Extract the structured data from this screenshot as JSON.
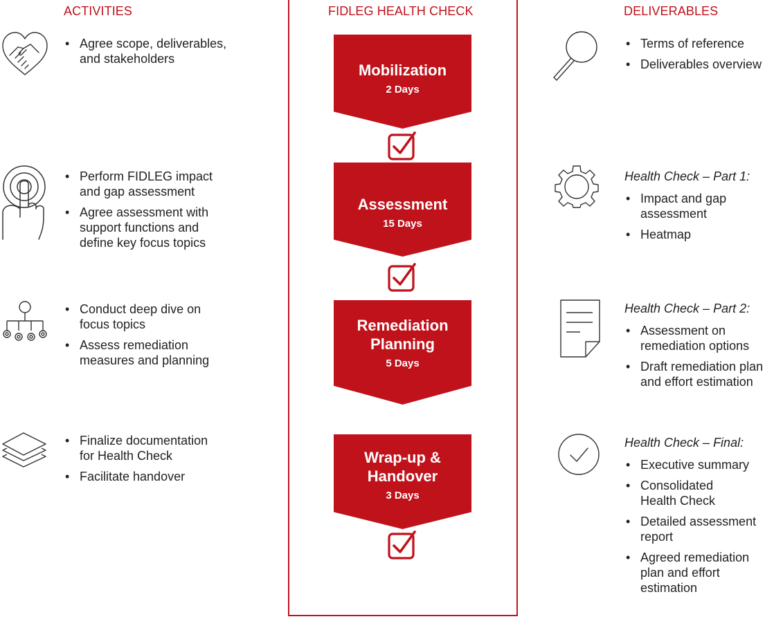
{
  "headers": {
    "activities": "ACTIVITIES",
    "center": "FIDLEG HEALTH CHECK",
    "deliverables": "DELIVERABLES"
  },
  "colors": {
    "accent": "#c0121b",
    "text": "#222222"
  },
  "phases": [
    {
      "name_lines": [
        "Mobilization"
      ],
      "days": "2 Days"
    },
    {
      "name_lines": [
        "Assessment"
      ],
      "days": "15 Days"
    },
    {
      "name_lines": [
        "Remediation",
        "Planning"
      ],
      "days": "5 Days"
    },
    {
      "name_lines": [
        "Wrap-up &",
        "Handover"
      ],
      "days": "3 Days"
    }
  ],
  "activities": [
    {
      "icon": "handshake-heart-icon",
      "items": [
        [
          "Agree scope, deliverables,",
          "and stakeholders"
        ]
      ]
    },
    {
      "icon": "touch-finger-icon",
      "items": [
        [
          "Perform FIDLEG impact",
          "and gap assessment"
        ],
        [
          "Agree assessment with",
          "support functions and",
          "define key focus topics"
        ]
      ]
    },
    {
      "icon": "hierarchy-icon",
      "items": [
        [
          "Conduct deep dive on",
          "focus topics"
        ],
        [
          "Assess remediation",
          "measures and planning"
        ]
      ]
    },
    {
      "icon": "layers-icon",
      "items": [
        [
          "Finalize documentation",
          "for Health Check"
        ],
        [
          "Facilitate handover"
        ]
      ]
    }
  ],
  "deliverables": [
    {
      "icon": "magnifier-icon",
      "title": "",
      "items": [
        [
          "Terms of reference"
        ],
        [
          "Deliverables overview"
        ]
      ]
    },
    {
      "icon": "gear-icon",
      "title": "Health Check – Part 1:",
      "items": [
        [
          "Impact and gap",
          "assessment"
        ],
        [
          "Heatmap"
        ]
      ]
    },
    {
      "icon": "document-icon",
      "title": "Health Check – Part 2:",
      "items": [
        [
          "Assessment on",
          "remediation options"
        ],
        [
          "Draft remediation plan",
          "and effort estimation"
        ]
      ]
    },
    {
      "icon": "check-circle-icon",
      "title": "Health Check – Final:",
      "items": [
        [
          "Executive summary"
        ],
        [
          "Consolidated",
          "Health Check"
        ],
        [
          "Detailed assessment",
          "report"
        ],
        [
          "Agreed remediation",
          "plan and effort",
          "estimation"
        ]
      ]
    }
  ]
}
